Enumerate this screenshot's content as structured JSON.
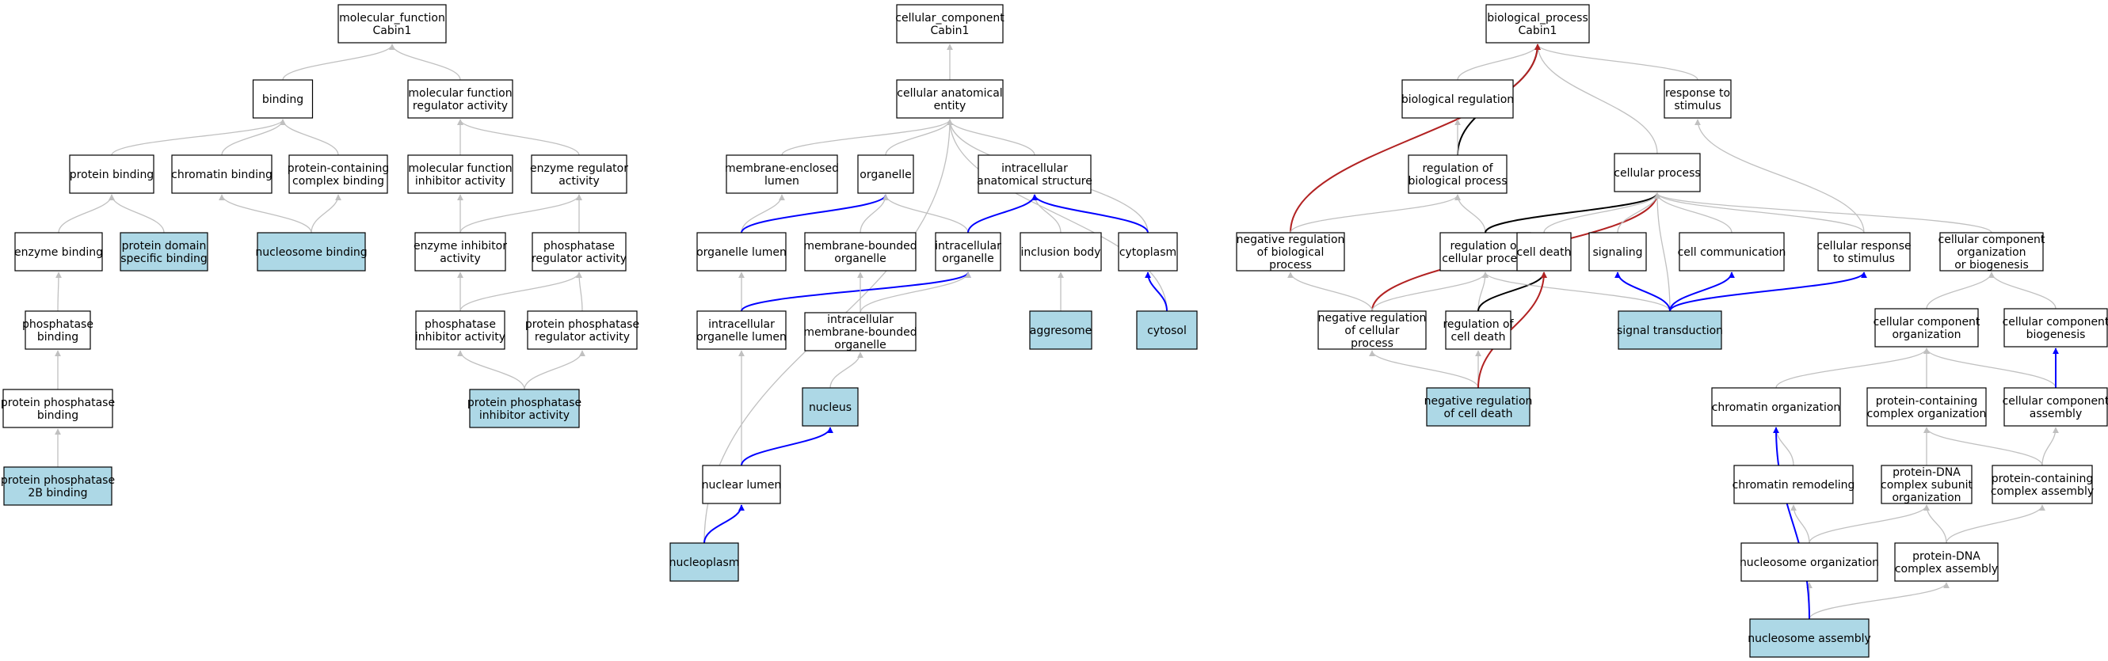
{
  "colors": {
    "highlight": "#add8e6",
    "plain": "#ffffff",
    "edge_is_a": "#c0c0c0",
    "edge_part_of": "#0000ff",
    "edge_regulates": "#000000",
    "edge_negatively_regulates": "#b22222"
  },
  "nodes": [
    {
      "id": "mf_root",
      "lines": [
        "molecular_function",
        "Cabin1"
      ]
    },
    {
      "id": "binding",
      "lines": [
        "binding"
      ]
    },
    {
      "id": "mf_reg",
      "lines": [
        "molecular function",
        "regulator activity"
      ]
    },
    {
      "id": "protein_binding",
      "lines": [
        "protein binding"
      ]
    },
    {
      "id": "chromatin_binding",
      "lines": [
        "chromatin binding"
      ]
    },
    {
      "id": "pc_complex_binding",
      "lines": [
        "protein-containing",
        "complex binding"
      ]
    },
    {
      "id": "mf_inhib",
      "lines": [
        "molecular function",
        "inhibitor activity"
      ]
    },
    {
      "id": "enzyme_reg",
      "lines": [
        "enzyme regulator",
        "activity"
      ]
    },
    {
      "id": "enzyme_binding",
      "lines": [
        "enzyme binding"
      ]
    },
    {
      "id": "pdomain_binding",
      "lines": [
        "protein domain",
        "specific binding"
      ],
      "highlight": true
    },
    {
      "id": "nucleosome_binding",
      "lines": [
        "nucleosome binding"
      ],
      "highlight": true
    },
    {
      "id": "enzyme_inhib",
      "lines": [
        "enzyme inhibitor",
        "activity"
      ]
    },
    {
      "id": "phos_reg",
      "lines": [
        "phosphatase",
        "regulator activity"
      ]
    },
    {
      "id": "phos_binding",
      "lines": [
        "phosphatase",
        "binding"
      ]
    },
    {
      "id": "phos_inhib",
      "lines": [
        "phosphatase",
        "inhibitor activity"
      ]
    },
    {
      "id": "pp_reg",
      "lines": [
        "protein phosphatase",
        "regulator activity"
      ]
    },
    {
      "id": "pp_binding",
      "lines": [
        "protein phosphatase",
        "binding"
      ]
    },
    {
      "id": "pp_inhib",
      "lines": [
        "protein phosphatase",
        "inhibitor activity"
      ],
      "highlight": true
    },
    {
      "id": "pp2b_binding",
      "lines": [
        "protein phosphatase",
        "2B binding"
      ],
      "highlight": true
    },
    {
      "id": "cc_root",
      "lines": [
        "cellular_component",
        "Cabin1"
      ]
    },
    {
      "id": "cae",
      "lines": [
        "cellular anatomical",
        "entity"
      ]
    },
    {
      "id": "mel",
      "lines": [
        "membrane-enclosed",
        "lumen"
      ]
    },
    {
      "id": "organelle",
      "lines": [
        "organelle"
      ]
    },
    {
      "id": "ias",
      "lines": [
        "intracellular",
        "anatomical structure"
      ]
    },
    {
      "id": "org_lumen",
      "lines": [
        "organelle lumen"
      ]
    },
    {
      "id": "mbo",
      "lines": [
        "membrane-bounded",
        "organelle"
      ]
    },
    {
      "id": "io",
      "lines": [
        "intracellular",
        "organelle"
      ]
    },
    {
      "id": "inclusion",
      "lines": [
        "inclusion body"
      ]
    },
    {
      "id": "cytoplasm",
      "lines": [
        "cytoplasm"
      ]
    },
    {
      "id": "iol",
      "lines": [
        "intracellular",
        "organelle lumen"
      ]
    },
    {
      "id": "imbo",
      "lines": [
        "intracellular",
        "membrane-bounded",
        "organelle"
      ]
    },
    {
      "id": "aggresome",
      "lines": [
        "aggresome"
      ],
      "highlight": true
    },
    {
      "id": "cytosol",
      "lines": [
        "cytosol"
      ],
      "highlight": true
    },
    {
      "id": "nucleus",
      "lines": [
        "nucleus"
      ],
      "highlight": true
    },
    {
      "id": "nuc_lumen",
      "lines": [
        "nuclear lumen"
      ]
    },
    {
      "id": "nucleoplasm",
      "lines": [
        "nucleoplasm"
      ],
      "highlight": true
    },
    {
      "id": "bp_root",
      "lines": [
        "biological_process",
        "Cabin1"
      ]
    },
    {
      "id": "bio_reg",
      "lines": [
        "biological regulation"
      ]
    },
    {
      "id": "resp_stim",
      "lines": [
        "response to",
        "stimulus"
      ]
    },
    {
      "id": "reg_bp",
      "lines": [
        "regulation of",
        "biological process"
      ]
    },
    {
      "id": "cell_proc",
      "lines": [
        "cellular process"
      ]
    },
    {
      "id": "neg_reg_bp",
      "lines": [
        "negative regulation",
        "of biological",
        "process"
      ]
    },
    {
      "id": "reg_cp",
      "lines": [
        "regulation of",
        "cellular process"
      ]
    },
    {
      "id": "cell_death",
      "lines": [
        "cell death"
      ]
    },
    {
      "id": "signaling",
      "lines": [
        "signaling"
      ]
    },
    {
      "id": "cell_comm",
      "lines": [
        "cell communication"
      ]
    },
    {
      "id": "cell_resp",
      "lines": [
        "cellular response",
        "to stimulus"
      ]
    },
    {
      "id": "cco_bio",
      "lines": [
        "cellular component",
        "organization",
        "or biogenesis"
      ]
    },
    {
      "id": "neg_reg_cp",
      "lines": [
        "negative regulation",
        "of cellular",
        "process"
      ]
    },
    {
      "id": "reg_cd",
      "lines": [
        "regulation of",
        "cell death"
      ]
    },
    {
      "id": "sig_trans",
      "lines": [
        "signal transduction"
      ],
      "highlight": true
    },
    {
      "id": "cco",
      "lines": [
        "cellular component",
        "organization"
      ]
    },
    {
      "id": "ccb",
      "lines": [
        "cellular component",
        "biogenesis"
      ]
    },
    {
      "id": "neg_reg_cd",
      "lines": [
        "negative regulation",
        "of cell death"
      ],
      "highlight": true
    },
    {
      "id": "chrom_org",
      "lines": [
        "chromatin organization"
      ]
    },
    {
      "id": "pcc_org",
      "lines": [
        "protein-containing",
        "complex organization"
      ]
    },
    {
      "id": "cca",
      "lines": [
        "cellular component",
        "assembly"
      ]
    },
    {
      "id": "chrom_rem",
      "lines": [
        "chromatin remodeling"
      ]
    },
    {
      "id": "pdna_sub",
      "lines": [
        "protein-DNA",
        "complex subunit",
        "organization"
      ]
    },
    {
      "id": "pcc_asm",
      "lines": [
        "protein-containing",
        "complex assembly"
      ]
    },
    {
      "id": "nuc_org",
      "lines": [
        "nucleosome organization"
      ]
    },
    {
      "id": "pdna_asm",
      "lines": [
        "protein-DNA",
        "complex assembly"
      ]
    },
    {
      "id": "nuc_asm",
      "lines": [
        "nucleosome assembly"
      ],
      "highlight": true
    }
  ],
  "edges": [
    [
      "binding",
      "mf_root",
      "is_a"
    ],
    [
      "mf_reg",
      "mf_root",
      "is_a"
    ],
    [
      "protein_binding",
      "binding",
      "is_a"
    ],
    [
      "chromatin_binding",
      "binding",
      "is_a"
    ],
    [
      "pc_complex_binding",
      "binding",
      "is_a"
    ],
    [
      "mf_inhib",
      "mf_reg",
      "is_a"
    ],
    [
      "enzyme_reg",
      "mf_reg",
      "is_a"
    ],
    [
      "enzyme_binding",
      "protein_binding",
      "is_a"
    ],
    [
      "pdomain_binding",
      "protein_binding",
      "is_a"
    ],
    [
      "nucleosome_binding",
      "chromatin_binding",
      "is_a"
    ],
    [
      "nucleosome_binding",
      "pc_complex_binding",
      "is_a"
    ],
    [
      "enzyme_inhib",
      "mf_inhib",
      "is_a"
    ],
    [
      "enzyme_inhib",
      "enzyme_reg",
      "is_a"
    ],
    [
      "phos_reg",
      "enzyme_reg",
      "is_a"
    ],
    [
      "phos_binding",
      "enzyme_binding",
      "is_a"
    ],
    [
      "phos_inhib",
      "enzyme_inhib",
      "is_a"
    ],
    [
      "phos_inhib",
      "phos_reg",
      "is_a"
    ],
    [
      "pp_reg",
      "phos_reg",
      "is_a"
    ],
    [
      "pp_binding",
      "phos_binding",
      "is_a"
    ],
    [
      "pp_inhib",
      "phos_inhib",
      "is_a"
    ],
    [
      "pp_inhib",
      "pp_reg",
      "is_a"
    ],
    [
      "pp2b_binding",
      "pp_binding",
      "is_a"
    ],
    [
      "cae",
      "cc_root",
      "is_a"
    ],
    [
      "mel",
      "cae",
      "is_a"
    ],
    [
      "organelle",
      "cae",
      "is_a"
    ],
    [
      "ias",
      "cae",
      "is_a"
    ],
    [
      "cytoplasm",
      "cae",
      "is_a"
    ],
    [
      "cytosol",
      "cae",
      "is_a"
    ],
    [
      "nucleoplasm",
      "cae",
      "is_a"
    ],
    [
      "org_lumen",
      "mel",
      "is_a"
    ],
    [
      "org_lumen",
      "organelle",
      "part_of"
    ],
    [
      "mbo",
      "organelle",
      "is_a"
    ],
    [
      "io",
      "organelle",
      "is_a"
    ],
    [
      "io",
      "ias",
      "part_of"
    ],
    [
      "inclusion",
      "ias",
      "is_a"
    ],
    [
      "cytoplasm",
      "ias",
      "part_of"
    ],
    [
      "iol",
      "org_lumen",
      "is_a"
    ],
    [
      "iol",
      "io",
      "part_of"
    ],
    [
      "imbo",
      "mbo",
      "is_a"
    ],
    [
      "imbo",
      "io",
      "is_a"
    ],
    [
      "aggresome",
      "inclusion",
      "is_a"
    ],
    [
      "cytosol",
      "cytoplasm",
      "part_of"
    ],
    [
      "nucleus",
      "imbo",
      "is_a"
    ],
    [
      "nuc_lumen",
      "iol",
      "is_a"
    ],
    [
      "nuc_lumen",
      "nucleus",
      "part_of"
    ],
    [
      "nucleoplasm",
      "nuc_lumen",
      "part_of"
    ],
    [
      "bio_reg",
      "bp_root",
      "is_a"
    ],
    [
      "resp_stim",
      "bp_root",
      "is_a"
    ],
    [
      "cell_proc",
      "bp_root",
      "is_a"
    ],
    [
      "reg_bp",
      "bp_root",
      "regulates"
    ],
    [
      "neg_reg_bp",
      "bp_root",
      "negatively_regulates"
    ],
    [
      "reg_bp",
      "bio_reg",
      "is_a"
    ],
    [
      "neg_reg_bp",
      "reg_bp",
      "is_a"
    ],
    [
      "reg_cp",
      "reg_bp",
      "is_a"
    ],
    [
      "reg_cp",
      "cell_proc",
      "regulates"
    ],
    [
      "neg_reg_cp",
      "cell_proc",
      "negatively_regulates"
    ],
    [
      "cell_death",
      "cell_proc",
      "is_a"
    ],
    [
      "signaling",
      "cell_proc",
      "is_a"
    ],
    [
      "cell_comm",
      "cell_proc",
      "is_a"
    ],
    [
      "cell_resp",
      "cell_proc",
      "is_a"
    ],
    [
      "cco_bio",
      "cell_proc",
      "is_a"
    ],
    [
      "sig_trans",
      "cell_proc",
      "is_a"
    ],
    [
      "cell_resp",
      "resp_stim",
      "is_a"
    ],
    [
      "neg_reg_cp",
      "neg_reg_bp",
      "is_a"
    ],
    [
      "neg_reg_cp",
      "reg_cp",
      "is_a"
    ],
    [
      "reg_cd",
      "reg_cp",
      "is_a"
    ],
    [
      "reg_cd",
      "cell_death",
      "regulates"
    ],
    [
      "sig_trans",
      "reg_cp",
      "is_a"
    ],
    [
      "sig_trans",
      "signaling",
      "part_of"
    ],
    [
      "sig_trans",
      "cell_comm",
      "part_of"
    ],
    [
      "sig_trans",
      "cell_resp",
      "part_of"
    ],
    [
      "neg_reg_cd",
      "neg_reg_cp",
      "is_a"
    ],
    [
      "neg_reg_cd",
      "reg_cd",
      "is_a"
    ],
    [
      "neg_reg_cd",
      "cell_death",
      "negatively_regulates"
    ],
    [
      "cco",
      "cco_bio",
      "is_a"
    ],
    [
      "ccb",
      "cco_bio",
      "is_a"
    ],
    [
      "chrom_org",
      "cco",
      "is_a"
    ],
    [
      "pcc_org",
      "cco",
      "is_a"
    ],
    [
      "cca",
      "cco",
      "is_a"
    ],
    [
      "cca",
      "ccb",
      "part_of"
    ],
    [
      "chrom_rem",
      "chrom_org",
      "is_a"
    ],
    [
      "pdna_sub",
      "pcc_org",
      "is_a"
    ],
    [
      "pcc_asm",
      "pcc_org",
      "is_a"
    ],
    [
      "pcc_asm",
      "cca",
      "is_a"
    ],
    [
      "nuc_org",
      "chrom_rem",
      "is_a"
    ],
    [
      "nuc_org",
      "pdna_sub",
      "is_a"
    ],
    [
      "pdna_asm",
      "pdna_sub",
      "is_a"
    ],
    [
      "pdna_asm",
      "pcc_asm",
      "is_a"
    ],
    [
      "nuc_asm",
      "nuc_org",
      "is_a"
    ],
    [
      "nuc_asm",
      "pdna_asm",
      "is_a"
    ],
    [
      "nuc_asm",
      "chrom_org",
      "part_of"
    ]
  ]
}
